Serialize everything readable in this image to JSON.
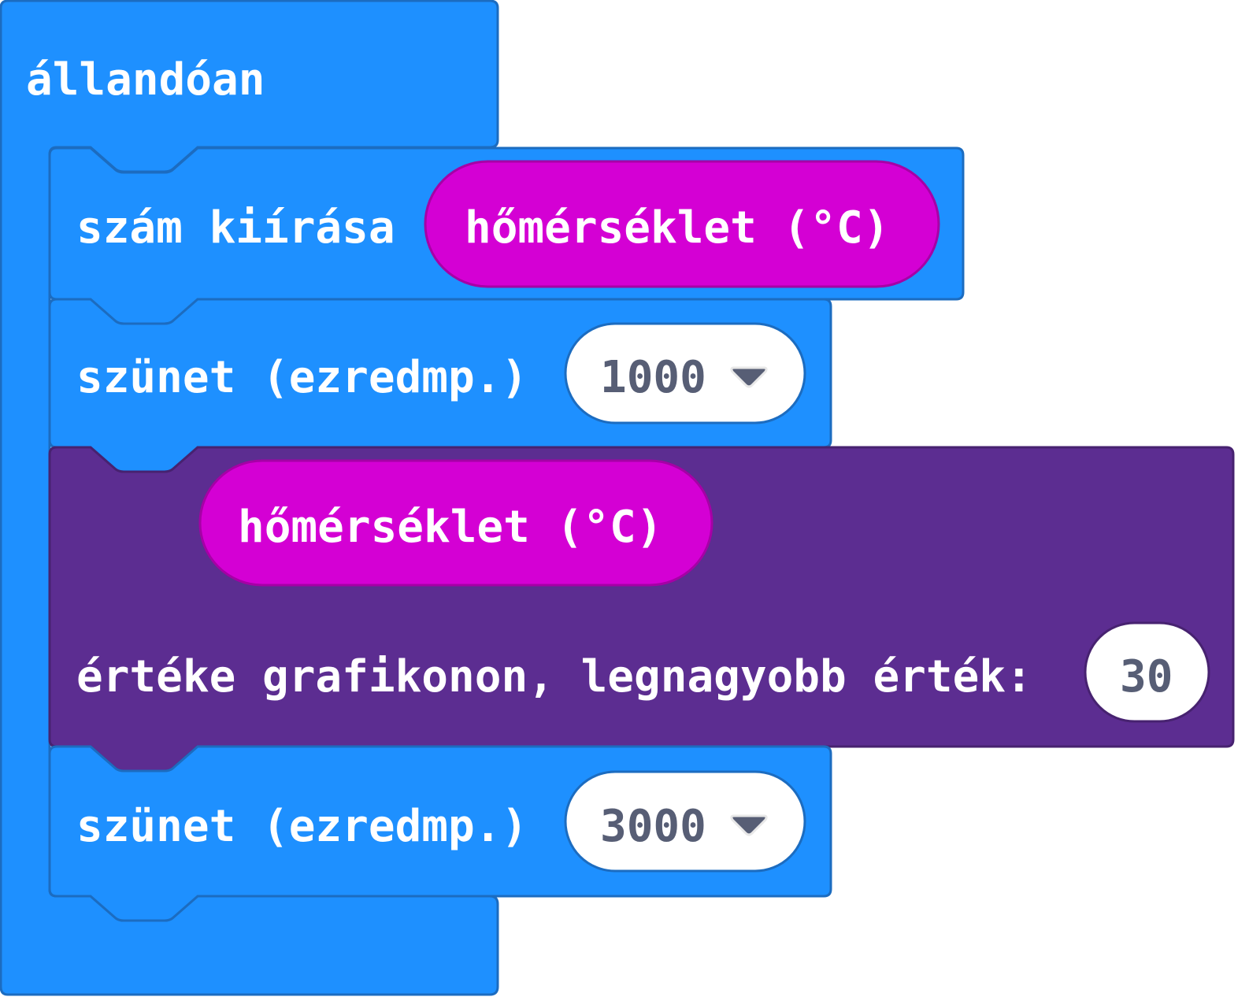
{
  "colors": {
    "loops": "#1E90FF",
    "loops_border": "#1C6CC0",
    "led": "#5C2D91",
    "led_border": "#472270",
    "input": "#D400D4",
    "input_border": "#A600A6",
    "value_text": "#575E75"
  },
  "forever": {
    "label": "állandóan"
  },
  "blocks": [
    {
      "label": "szám kiírása",
      "reporter": "hőmérséklet (°C)"
    },
    {
      "label": "szünet (ezredmp.)",
      "value": "1000",
      "dropdown_icon": "triangle-down-icon"
    },
    {
      "reporter": "hőmérséklet (°C)",
      "label": "értéke grafikonon, legnagyobb érték:",
      "value": "30"
    },
    {
      "label": "szünet (ezredmp.)",
      "value": "3000",
      "dropdown_icon": "triangle-down-icon"
    }
  ]
}
